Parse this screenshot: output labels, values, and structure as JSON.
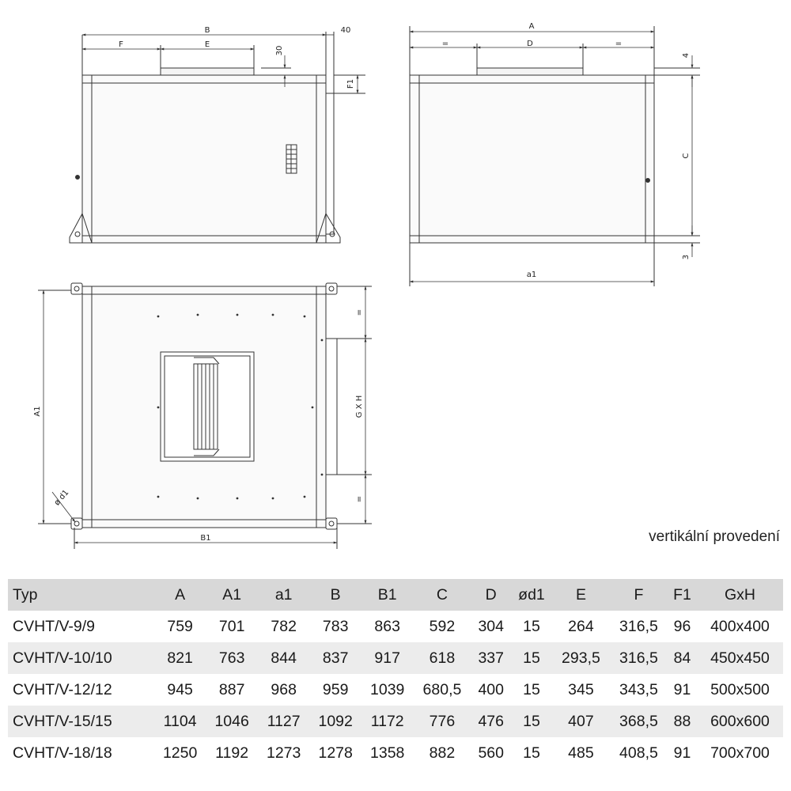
{
  "dimension_labels": {
    "B": "B",
    "F": "F",
    "E": "E",
    "forty": "40",
    "thirty": "30",
    "F1": "F1",
    "A": "A",
    "eq_left": "=",
    "D": "D",
    "eq_right": "=",
    "four": "4",
    "C": "C",
    "three": "3",
    "a1": "a1",
    "A1": "A1",
    "od1": "ø d1",
    "B1": "B1",
    "eq_top": "=",
    "GxH": "G X H",
    "eq_bottom": "="
  },
  "caption": "vertikální provedení",
  "table": {
    "headers": [
      "Typ",
      "A",
      "A1",
      "a1",
      "B",
      "B1",
      "C",
      "D",
      "ød1",
      "E",
      "F",
      "F1",
      "GxH"
    ],
    "rows": [
      [
        "CVHT/V-9/9",
        "759",
        "701",
        "782",
        "783",
        "863",
        "592",
        "304",
        "15",
        "264",
        "316,5",
        "96",
        "400x400"
      ],
      [
        "CVHT/V-10/10",
        "821",
        "763",
        "844",
        "837",
        "917",
        "618",
        "337",
        "15",
        "293,5",
        "316,5",
        "84",
        "450x450"
      ],
      [
        "CVHT/V-12/12",
        "945",
        "887",
        "968",
        "959",
        "1039",
        "680,5",
        "400",
        "15",
        "345",
        "343,5",
        "91",
        "500x500"
      ],
      [
        "CVHT/V-15/15",
        "1104",
        "1046",
        "1127",
        "1092",
        "1172",
        "776",
        "476",
        "15",
        "407",
        "368,5",
        "88",
        "600x600"
      ],
      [
        "CVHT/V-18/18",
        "1250",
        "1192",
        "1273",
        "1278",
        "1358",
        "882",
        "560",
        "15",
        "485",
        "408,5",
        "91",
        "700x700"
      ]
    ]
  }
}
